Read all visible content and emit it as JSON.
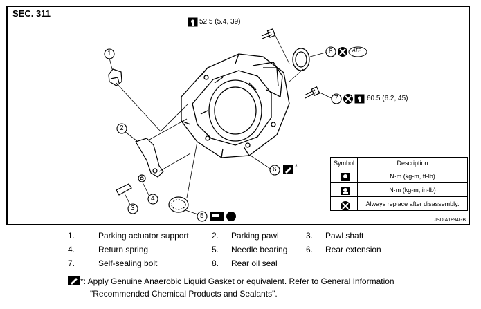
{
  "section_label": "SEC. 311",
  "torque_top": "52.5 (5.4, 39)",
  "torque_right": "60.5 (6.2, 45)",
  "atf_label": "ATF",
  "callouts": [
    "1",
    "2",
    "3",
    "4",
    "5",
    "6",
    "7",
    "8"
  ],
  "asterisk": "*",
  "symbol_table": {
    "headers": [
      "Symbol",
      "Description"
    ],
    "rows": [
      {
        "icon": "torque-wrench-icon",
        "desc": "N·m (kg-m, ft-lb)"
      },
      {
        "icon": "torque-wrench-small-icon",
        "desc": "N·m (kg-m, in-lb)"
      },
      {
        "icon": "replace-x-icon",
        "desc": "Always replace after disassembly."
      }
    ]
  },
  "diagram_code": "JSDIA1894GB",
  "legend": [
    {
      "num": "1.",
      "label": "Parking actuator support"
    },
    {
      "num": "2.",
      "label": "Parking pawl"
    },
    {
      "num": "3.",
      "label": "Pawl shaft"
    },
    {
      "num": "4.",
      "label": "Return spring"
    },
    {
      "num": "5.",
      "label": "Needle bearing"
    },
    {
      "num": "6.",
      "label": "Rear extension"
    },
    {
      "num": "7.",
      "label": "Self-sealing bolt"
    },
    {
      "num": "8.",
      "label": "Rear oil seal"
    }
  ],
  "note": {
    "prefix": "*",
    "line1": ": Apply Genuine Anaerobic Liquid Gasket or equivalent. Refer to General Information",
    "line2": "\"Recommended Chemical Products and Sealants\"."
  }
}
